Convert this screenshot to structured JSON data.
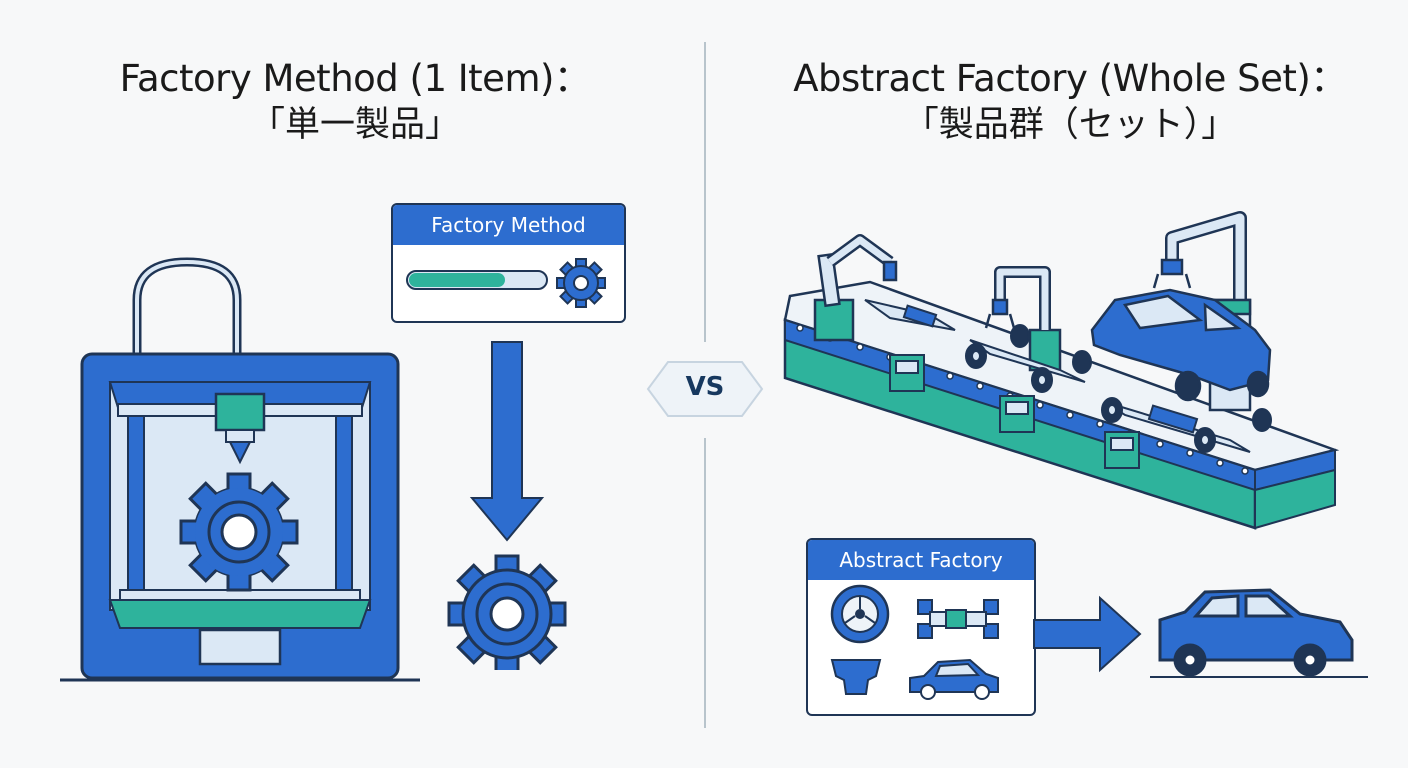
{
  "left": {
    "title_line1": "Factory Method (1 Item)：",
    "title_line2": "「単一製品」",
    "panel_label": "Factory Method"
  },
  "right": {
    "title_line1": "Abstract Factory (Whole Set)：",
    "title_line2": "「製品群（セット）」",
    "panel_label": "Abstract Factory"
  },
  "vs_label": "VS",
  "colors": {
    "primary_blue": "#2d6dcf",
    "dark_outline": "#1f3555",
    "teal": "#2eb39c",
    "light_blue_bg": "#dbe8f5"
  },
  "icons": [
    "3d-printer-icon",
    "gear-icon",
    "arrow-down-icon",
    "assembly-line-icon",
    "robot-arm-icon",
    "car-icon",
    "wheel-icon",
    "chassis-icon",
    "bumper-icon",
    "arrow-right-icon"
  ]
}
